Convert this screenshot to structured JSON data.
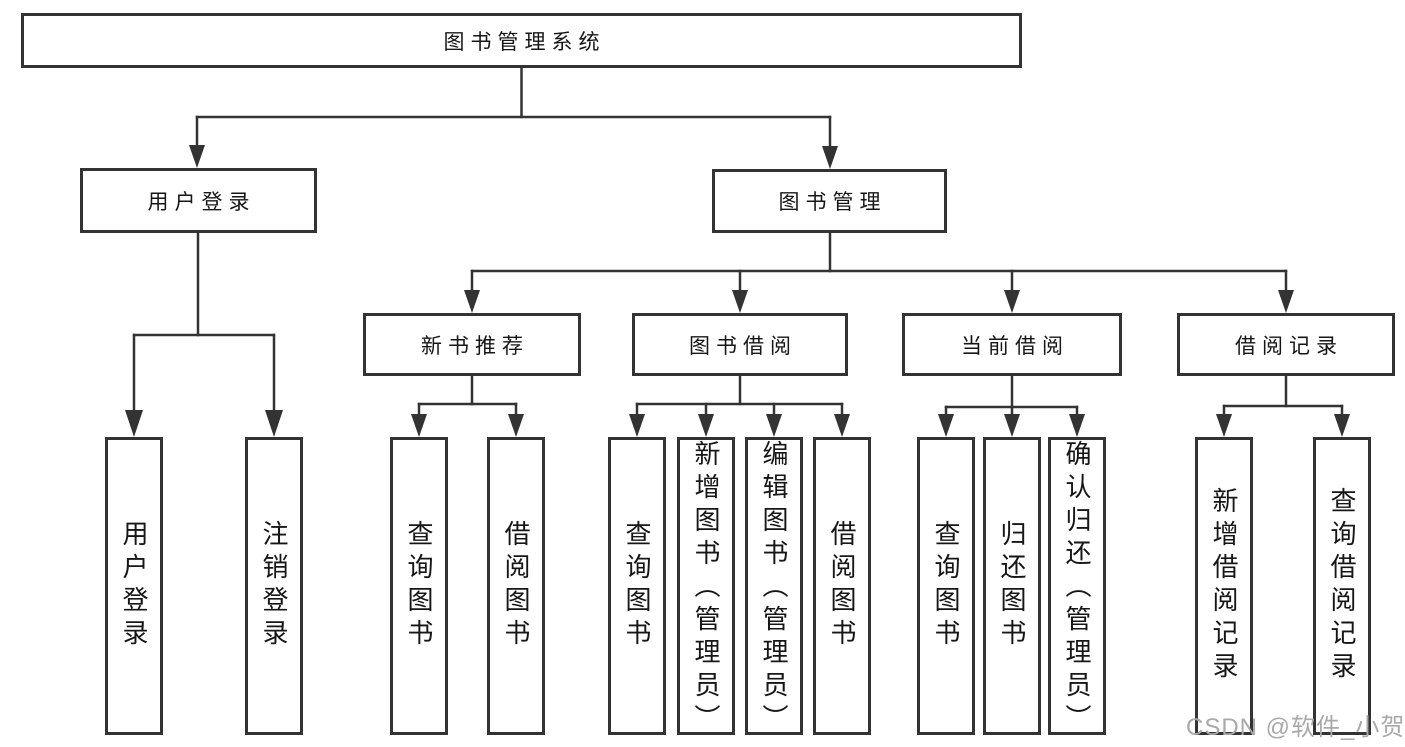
{
  "diagram": {
    "root": {
      "label": "图书管理系统"
    },
    "level2": [
      {
        "id": "user-login",
        "label": "用户登录"
      },
      {
        "id": "book-management",
        "label": "图书管理"
      }
    ],
    "level3": [
      {
        "id": "new-book-recommend",
        "parent": "图书管理",
        "label": "新书推荐"
      },
      {
        "id": "book-borrow",
        "parent": "图书管理",
        "label": "图书借阅"
      },
      {
        "id": "current-borrow",
        "parent": "图书管理",
        "label": "当前借阅"
      },
      {
        "id": "borrow-records",
        "parent": "图书管理",
        "label": "借阅记录"
      }
    ],
    "leaves": [
      {
        "parent": "用户登录",
        "label": "用户登录"
      },
      {
        "parent": "用户登录",
        "label": "注销登录"
      },
      {
        "parent": "新书推荐",
        "label": "查询图书"
      },
      {
        "parent": "新书推荐",
        "label": "借阅图书"
      },
      {
        "parent": "图书借阅",
        "label": "查询图书"
      },
      {
        "parent": "图书借阅",
        "label": "新增图书（管理员）"
      },
      {
        "parent": "图书借阅",
        "label": "编辑图书（管理员）"
      },
      {
        "parent": "图书借阅",
        "label": "借阅图书"
      },
      {
        "parent": "当前借阅",
        "label": "查询图书"
      },
      {
        "parent": "当前借阅",
        "label": "归还图书"
      },
      {
        "parent": "当前借阅",
        "label": "确认归还（管理员）"
      },
      {
        "parent": "借阅记录",
        "label": "新增借阅记录"
      },
      {
        "parent": "借阅记录",
        "label": "查询借阅记录"
      }
    ]
  },
  "watermark": "CSDN @软件_小贺同学",
  "colors": {
    "line": "#333333",
    "text": "#161616",
    "watermark": "#a9a9a9",
    "background": "#ffffff"
  }
}
